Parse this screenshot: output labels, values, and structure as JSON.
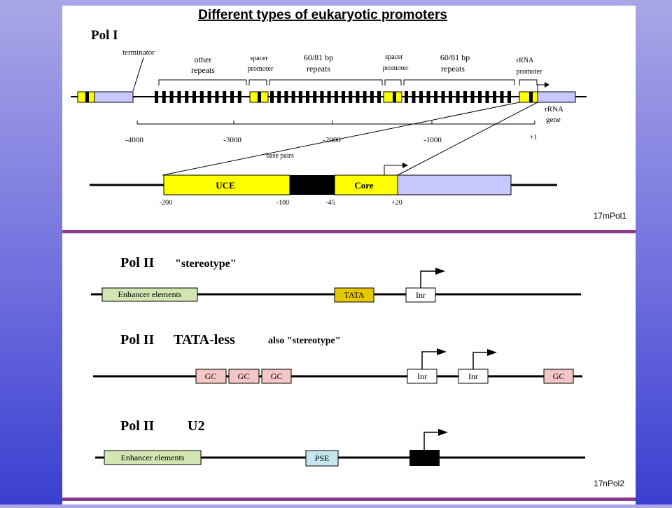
{
  "title": "Different types of eukaryotic promoters",
  "colors": {
    "yellow": "#ffff00",
    "lavender": "#c8c8ff",
    "green": "#d2e6b4",
    "pink": "#f4c6c6",
    "blue": "#c6e6ee",
    "purple": "#8c3c8c"
  },
  "pol1": {
    "heading": "Pol I",
    "labels": {
      "terminator": "terminator",
      "other1": "other",
      "other2": "repeats",
      "spacer1a": "spacer",
      "spacer1b": "promoter",
      "rep1a": "60/81 bp",
      "rep1b": "repeats",
      "spacer2a": "spacer",
      "spacer2b": "promoter",
      "rep2a": "60/81 bp",
      "rep2b": "repeats",
      "trna1": "rRNA",
      "trna2": "promoter",
      "gene1": "rRNA",
      "gene2": "gene",
      "base_pairs": "base pairs"
    },
    "ticks": [
      "-4000",
      "-3000",
      "-2000",
      "-1000",
      "+1"
    ],
    "detail": {
      "uce": "UCE",
      "core": "Core",
      "pos": [
        "-200",
        "-100",
        "-45",
        "+20"
      ]
    },
    "code": "17mPol1"
  },
  "pol2": {
    "stereotype": {
      "heading": "Pol II",
      "sub": "\"stereotype\"",
      "enhancer": "Enhancer elements",
      "tata": "TATA",
      "inr": "Inr"
    },
    "tataless": {
      "heading": "Pol II",
      "sub": "TATA-less",
      "also": "also \"stereotype\"",
      "gc": "GC",
      "inr": "Inr"
    },
    "u2": {
      "heading": "Pol II",
      "sub": "U2",
      "enhancer": "Enhancer elements",
      "pse": "PSE"
    },
    "code": "17nPol2"
  }
}
